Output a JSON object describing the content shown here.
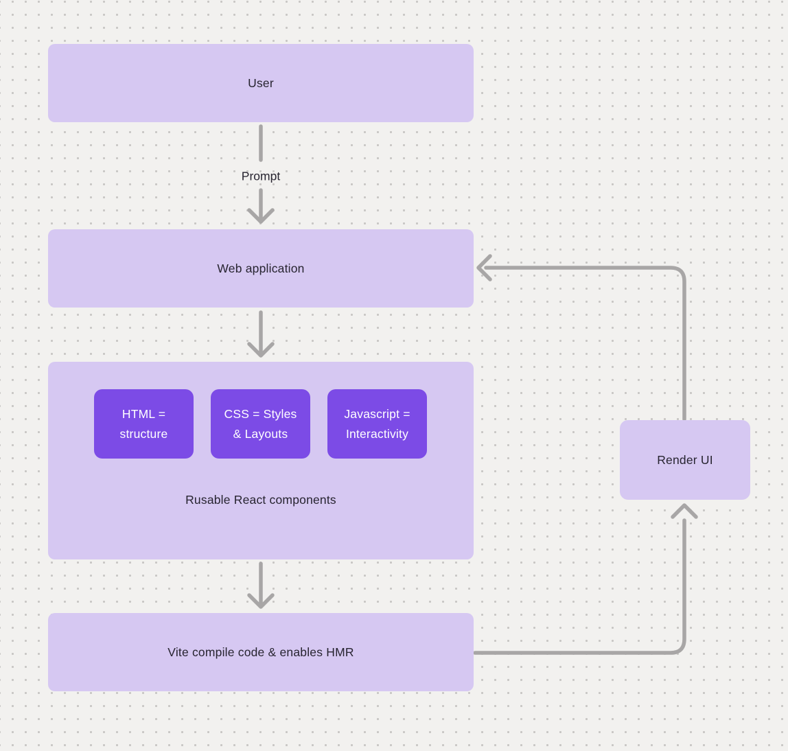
{
  "diagram": {
    "nodes": {
      "user": {
        "label": "User"
      },
      "web_application": {
        "label": "Web application"
      },
      "components_group": {
        "caption": "Rusable React components",
        "children": [
          {
            "label": "HTML = structure"
          },
          {
            "label": "CSS = Styles & Layouts"
          },
          {
            "label": "Javascript = Interactivity"
          }
        ]
      },
      "vite": {
        "label": "Vite compile code & enables HMR"
      },
      "render_ui": {
        "label": "Render UI"
      }
    },
    "edge_labels": {
      "prompt": "Prompt"
    },
    "colors": {
      "background": "#f2f1ef",
      "grid_dot": "#c8c6c4",
      "node_fill_light": "#d6c8f2",
      "node_fill_accent": "#7c4be6",
      "text": "#272430",
      "chip_text": "#ffffff",
      "arrow": "#a8a6a6"
    }
  }
}
